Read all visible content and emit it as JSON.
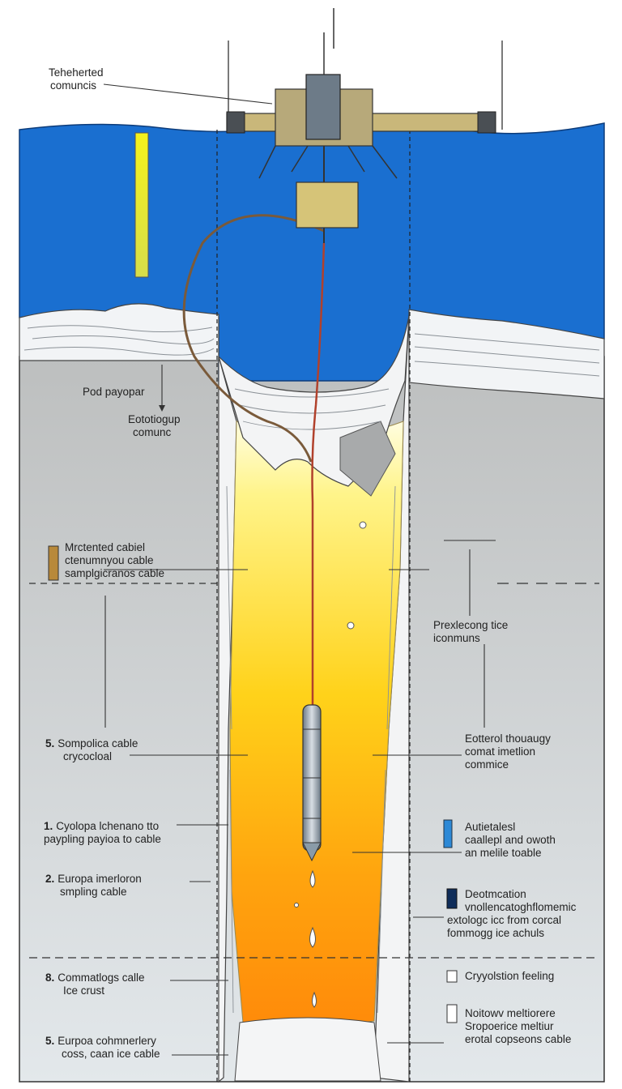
{
  "labels": {
    "tethered": [
      "Teheherted",
      "comuncis"
    ],
    "pod": [
      "Pod payopar"
    ],
    "ecto": [
      "Eototiogup",
      "comunc"
    ],
    "mrc": [
      "Mrctented cabiel",
      "ctenumnyou cable",
      "samplgicranos cable"
    ],
    "prex": [
      "Prexlecong tice",
      "iconmuns"
    ],
    "sompolica": {
      "num": "5.",
      "lines": [
        "Sompolica cable",
        "crycocloal"
      ]
    },
    "eotterol": [
      "Eotterol thouaugy",
      "comat imetlion",
      "commice"
    ],
    "cyolopa": {
      "num": "1.",
      "lines": [
        "Cyolopa lchenano tto",
        "paypling payioa to cable"
      ]
    },
    "autietalesl": [
      "Autietalesl",
      "caallepl and owoth",
      "an melile toable"
    ],
    "europa2": {
      "num": "2.",
      "lines": [
        "Europa imerloron",
        "smpling cable"
      ]
    },
    "deotmcation": [
      "Deotmcation",
      "vnollencatoghflomemic",
      "extologc icc from corcal",
      "fommogg ice achuls"
    ],
    "commatlogs": {
      "num": "8.",
      "lines": [
        "Commatlogs calle",
        "Ice crust"
      ]
    },
    "cryyolstion": [
      "Cryyolstion feeling"
    ],
    "europa5": {
      "num": "5.",
      "lines": [
        "Eurpoa cohmnerlery",
        "coss, caan ice cable"
      ]
    },
    "noitowv": [
      "Noitowv meltiorere",
      "Sropoerice meltiur",
      "erotal copseons cable"
    ]
  },
  "colors": {
    "ocean": "#1a6fd0",
    "ice_gray": "#c8cbcc",
    "melt_top": "#fff48a",
    "melt_mid": "#ffd21a",
    "melt_bottom": "#ff8a0a",
    "cable": "#b1412c",
    "tether": "#7a5a3a",
    "yellow_marker": "#f2ee1e"
  }
}
